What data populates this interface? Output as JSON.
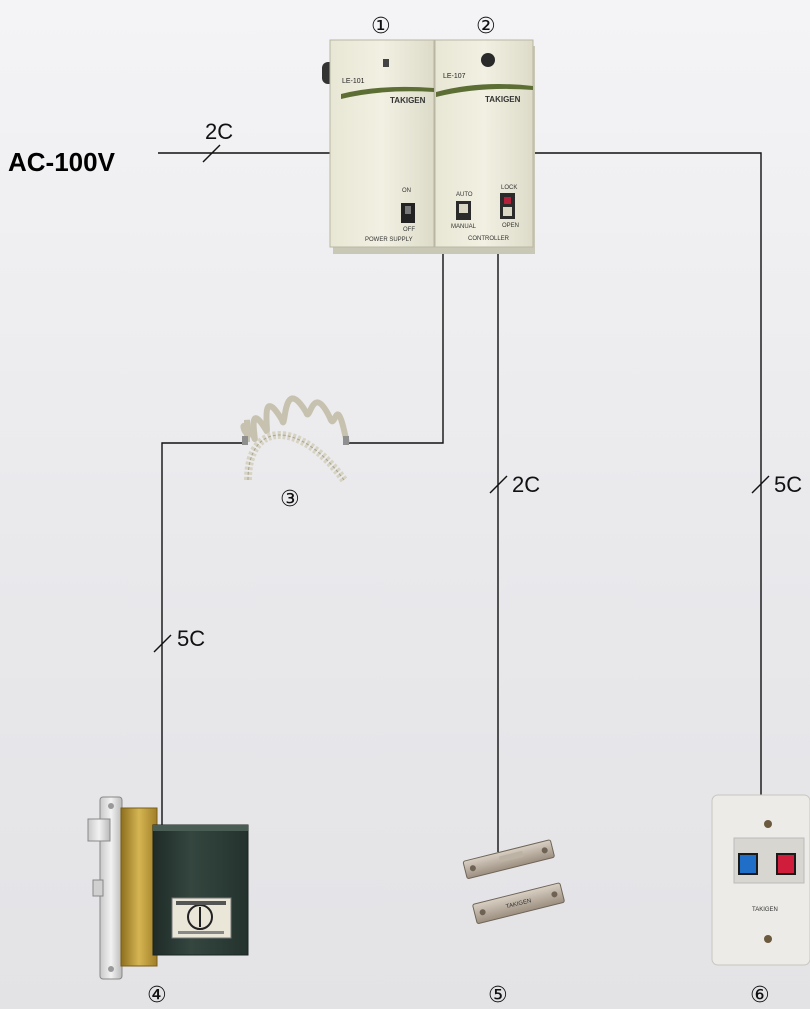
{
  "power_input": {
    "label": "AC-100V",
    "wire": "2C"
  },
  "components": [
    {
      "number": "①",
      "model": "LE-101",
      "brand": "TAKIGEN",
      "switch_on": "ON",
      "switch_off": "OFF",
      "caption": "POWER SUPPLY"
    },
    {
      "number": "②",
      "model": "LE-107",
      "brand": "TAKIGEN",
      "auto": "AUTO",
      "manual": "MANUAL",
      "lock": "LOCK",
      "open": "OPEN",
      "caption": "CONTROLLER"
    },
    {
      "number": "③"
    },
    {
      "number": "④"
    },
    {
      "number": "⑤",
      "brand": "TAKIGEN"
    },
    {
      "number": "⑥",
      "brand": "TAKIGEN"
    }
  ],
  "wires": {
    "to_lock": "5C",
    "to_sensor": "2C",
    "to_switch": "5C"
  },
  "colors": {
    "line": "#111111",
    "panel": "#ecead9",
    "brand_stripe": "#5d6e35",
    "lock_body": "#2c3b36",
    "brass": "#b8952f",
    "btn_blue": "#1f6fc9",
    "btn_red": "#d11d3c"
  }
}
